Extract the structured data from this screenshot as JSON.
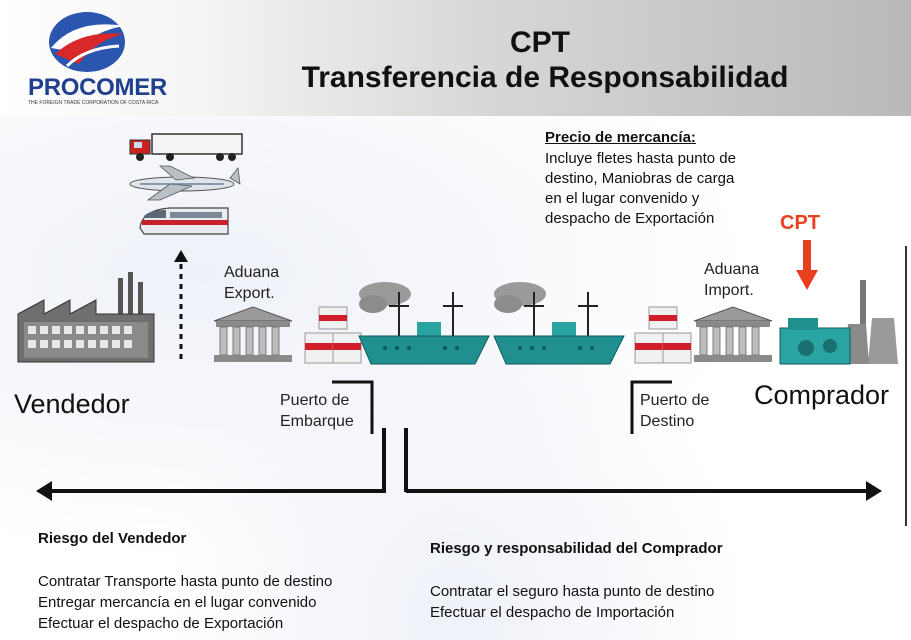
{
  "header": {
    "title": "CPT",
    "subtitle": "Transferencia de Responsabilidad",
    "logo": {
      "name": "PROCOMER",
      "tagline": "THE FOREIGN TRADE CORPORATION OF COSTA RICA"
    }
  },
  "price_note": {
    "title": "Precio de mercancía:",
    "lines": [
      "Incluye fletes hasta punto de",
      "destino, Maniobras de carga",
      "en el lugar convenido y",
      "despacho de Exportación"
    ]
  },
  "cpt_marker": "CPT",
  "stations": {
    "seller": "Vendedor",
    "buyer": "Comprador",
    "export_customs": [
      "Aduana",
      "Export."
    ],
    "import_customs": [
      "Aduana",
      "Import."
    ],
    "port_shipment": [
      "Puerto de",
      "Embarque"
    ],
    "port_destination": [
      "Puerto de",
      "Destino"
    ]
  },
  "seller_risk": {
    "title": "Riesgo del Vendedor",
    "items": [
      "Contratar Transporte hasta punto de destino",
      "Entregar mercancía en el lugar convenido",
      "Efectuar el despacho de Exportación"
    ]
  },
  "buyer_risk": {
    "title": "Riesgo y responsabilidad del Comprador",
    "items": [
      "Contratar el seguro hasta punto de destino",
      "Efectuar el despacho de Importación"
    ]
  },
  "colors": {
    "accent_red": "#e8401f",
    "logo_blue": "#1f3f8f",
    "ship_teal": "#1f8f8f"
  }
}
